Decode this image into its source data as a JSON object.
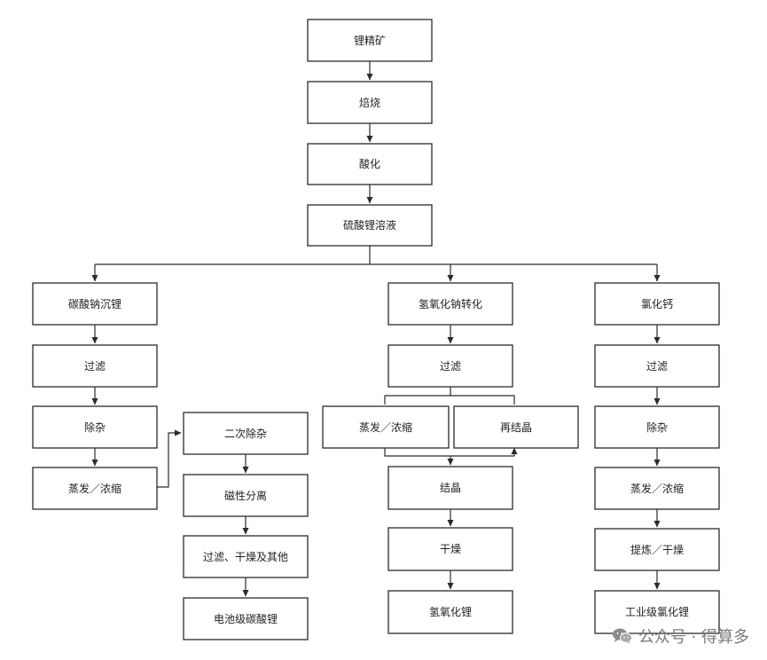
{
  "nodes": {
    "lithium_concentrate": "锂精矿",
    "roasting": "焙烧",
    "acidification": "酸化",
    "lithium_sulfate_solution": "硫酸锂溶液",
    "sodium_carbonate_precipitation": "碳酸钠沉锂",
    "filter_left": "过滤",
    "impurity_removal_left": "除杂",
    "evaporation_left": "蒸发／浓缩",
    "secondary_impurity_removal": "二次除杂",
    "magnetic_separation": "磁性分离",
    "filter_dry_other": "过滤、干燥及其他",
    "battery_grade_lithium_carbonate": "电池级碳酸锂",
    "sodium_hydroxide_conversion": "氢氧化钠转化",
    "filter_mid": "过滤",
    "evaporation_mid": "蒸发／浓缩",
    "recrystallization": "再结晶",
    "crystallization": "结晶",
    "drying_mid": "干燥",
    "lithium_hydroxide": "氢氧化锂",
    "calcium_chloride": "氯化钙",
    "filter_right": "过滤",
    "impurity_removal_right": "除杂",
    "evaporation_right": "蒸发／浓缩",
    "refine_dry": "提炼／干燥",
    "industrial_lithium_chloride": "工业级氯化锂"
  },
  "watermark": {
    "icon": "wechat-icon",
    "text": "公众号 · 得算多",
    "color": "#7a7a7a"
  }
}
